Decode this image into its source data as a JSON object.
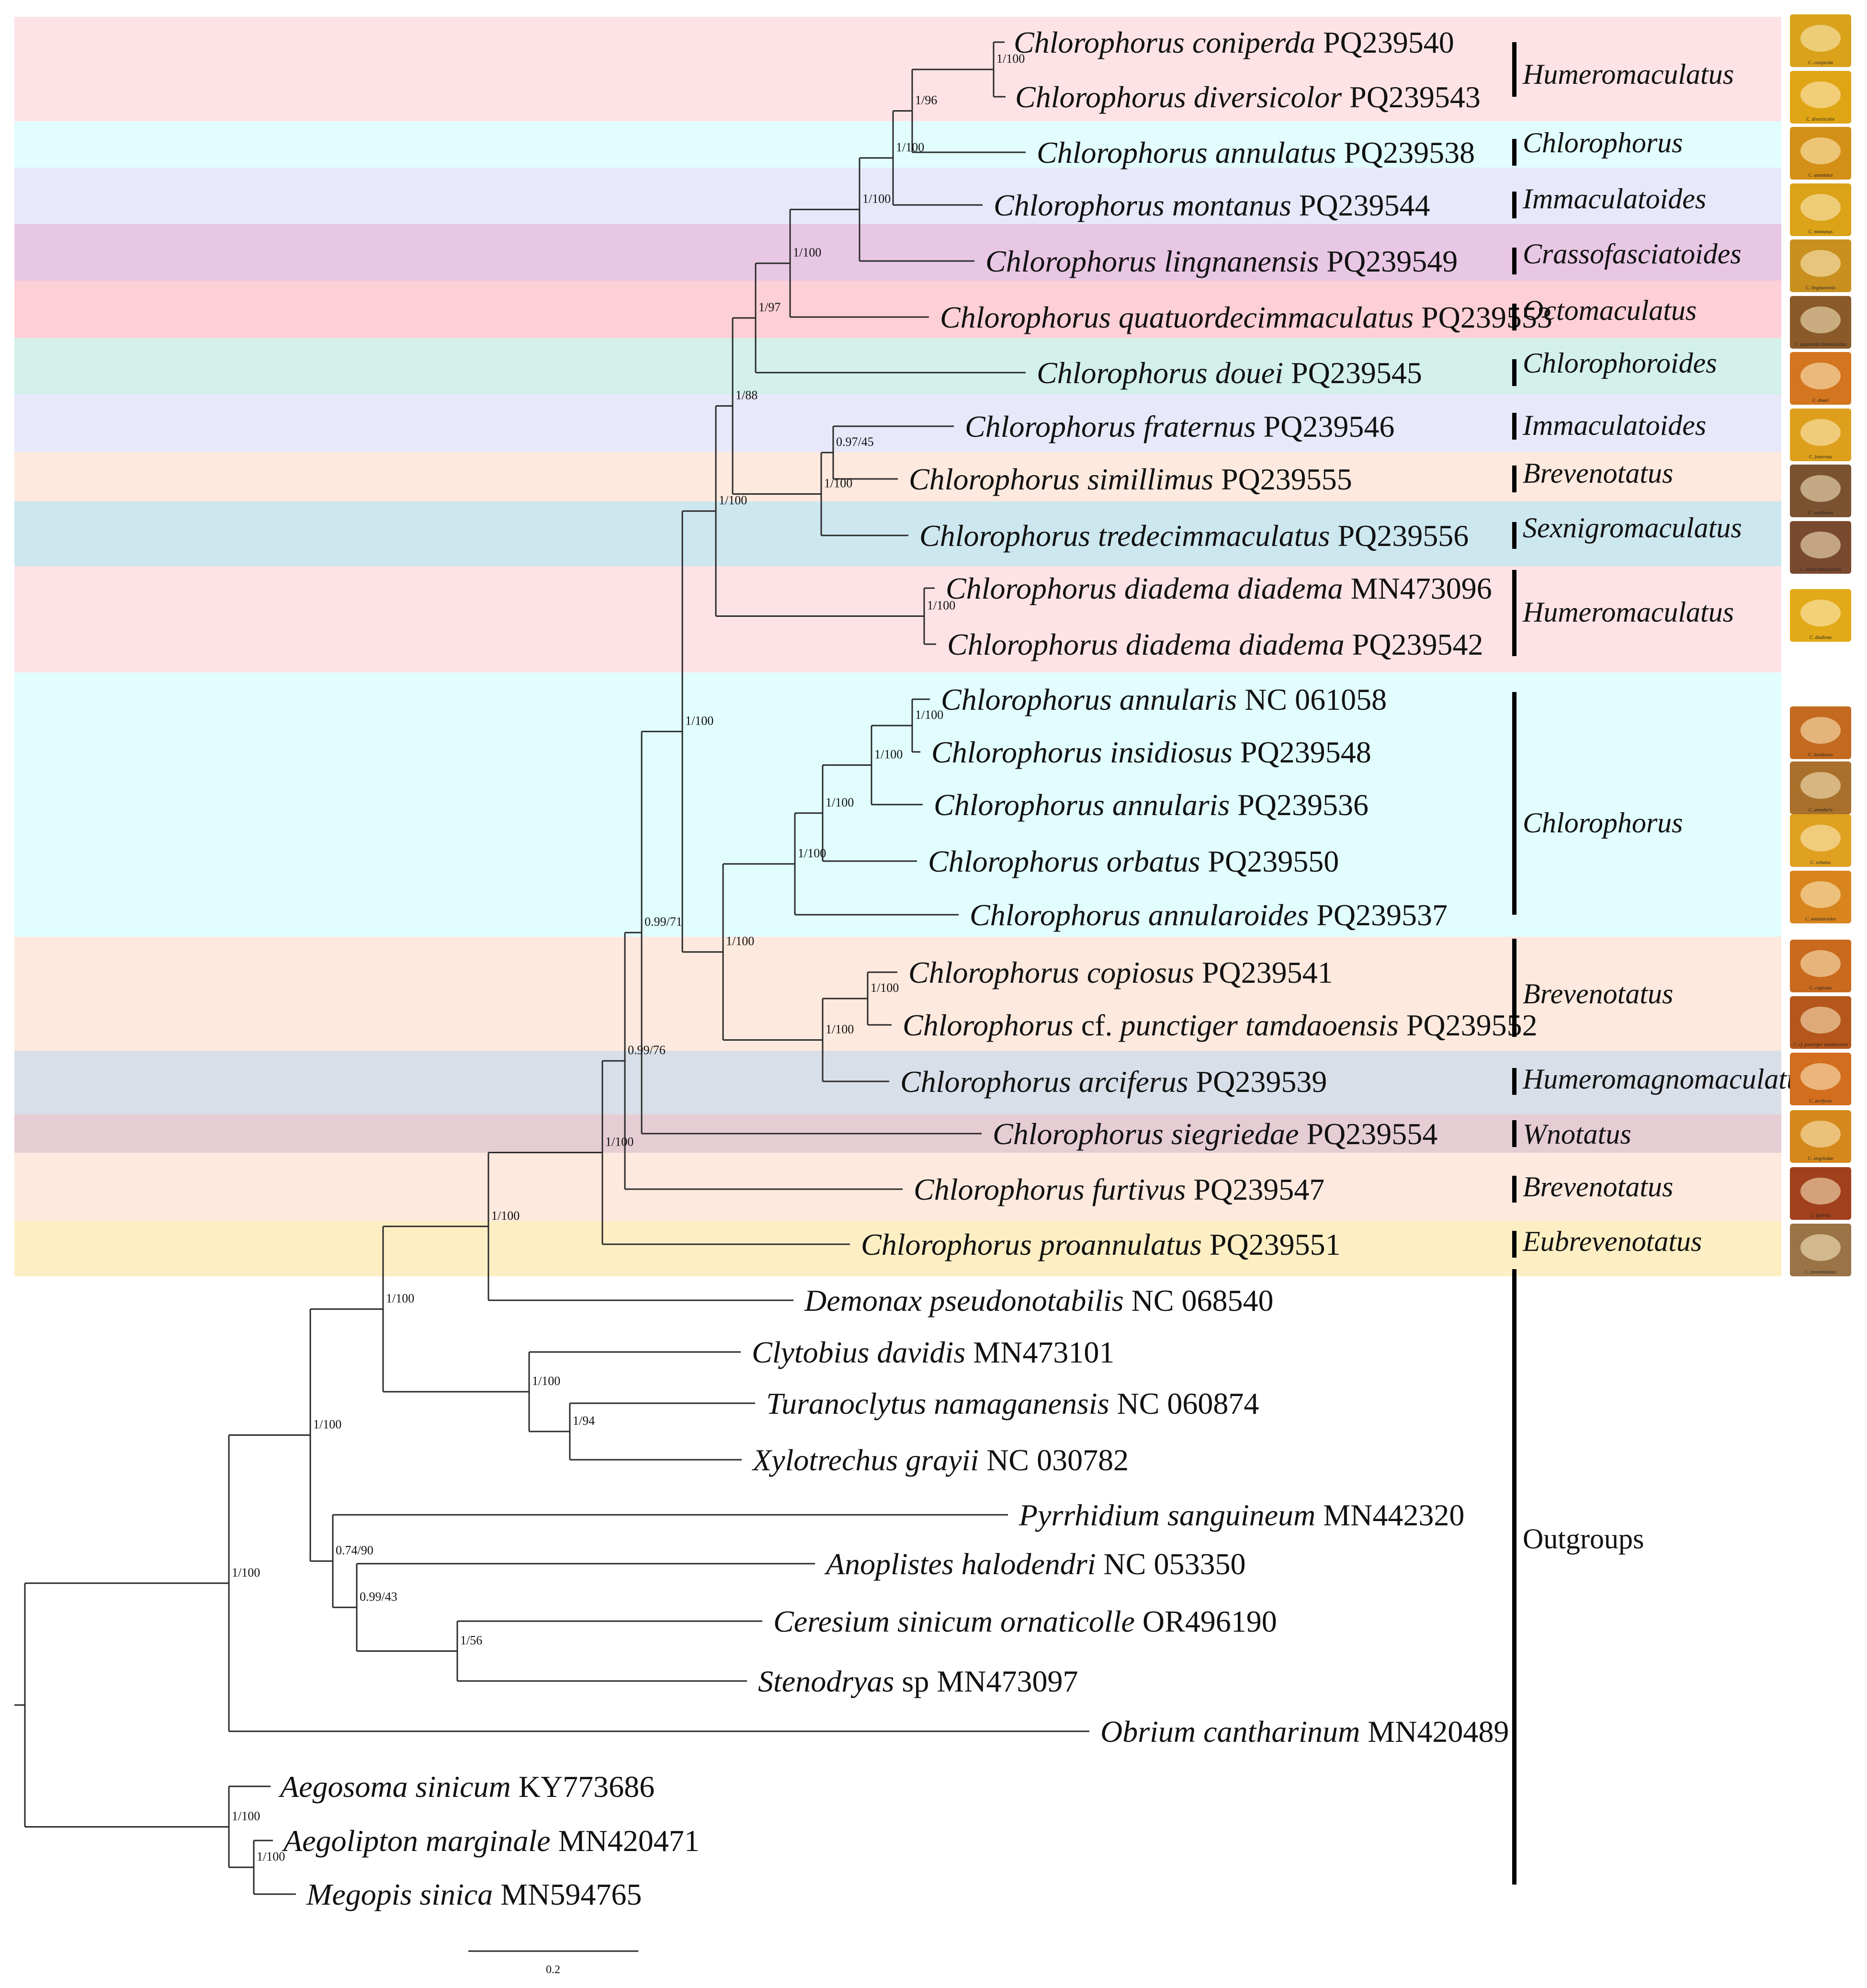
{
  "taxa": [
    {
      "genus": "Chlorophorus coniperda",
      "acc": "PQ239540"
    },
    {
      "genus": "Chlorophorus diversicolor",
      "acc": "PQ239543"
    },
    {
      "genus": "Chlorophorus annulatus",
      "acc": "PQ239538"
    },
    {
      "genus": "Chlorophorus montanus",
      "acc": "PQ239544"
    },
    {
      "genus": "Chlorophorus lingnanensis",
      "acc": "PQ239549"
    },
    {
      "genus": "Chlorophorus quatuordecimmaculatus",
      "acc": "PQ239553"
    },
    {
      "genus": "Chlorophorus douei",
      "acc": "PQ239545"
    },
    {
      "genus": "Chlorophorus fraternus",
      "acc": "PQ239546"
    },
    {
      "genus": "Chlorophorus simillimus",
      "acc": "PQ239555"
    },
    {
      "genus": "Chlorophorus tredecimmaculatus",
      "acc": "PQ239556"
    },
    {
      "genus": "Chlorophorus diadema diadema",
      "acc": "MN473096"
    },
    {
      "genus": "Chlorophorus diadema diadema",
      "acc": "PQ239542"
    },
    {
      "genus": "Chlorophorus annularis",
      "acc": "NC 061058"
    },
    {
      "genus": "Chlorophorus insidiosus",
      "acc": "PQ239548"
    },
    {
      "genus": "Chlorophorus annularis",
      "acc": "PQ239536"
    },
    {
      "genus": "Chlorophorus orbatus",
      "acc": "PQ239550"
    },
    {
      "genus": "Chlorophorus annularoides",
      "acc": "PQ239537"
    },
    {
      "genus": "Chlorophorus copiosus",
      "acc": "PQ239541"
    },
    {
      "genus": "Chlorophorus",
      "mid": "cf.",
      "genus2": "punctiger tamdaoensis",
      "acc": "PQ239552"
    },
    {
      "genus": "Chlorophorus arciferus",
      "acc": "PQ239539"
    },
    {
      "genus": "Chlorophorus siegriedae",
      "acc": " PQ239554"
    },
    {
      "genus": "Chlorophorus furtivus",
      "acc": "PQ239547"
    },
    {
      "genus": "Chlorophorus proannulatus",
      "acc": "PQ239551"
    },
    {
      "genus": "Demonax pseudonotabilis",
      "acc": "NC 068540"
    },
    {
      "genus": "Clytobius davidis",
      "acc": "MN473101"
    },
    {
      "genus": "Turanoclytus namaganensis",
      "acc": "NC 060874"
    },
    {
      "genus": "Xylotrechus grayii",
      "acc": "NC 030782"
    },
    {
      "genus": "Pyrrhidium sanguineum",
      "acc": "MN442320"
    },
    {
      "genus": "Anoplistes halodendri",
      "acc": "NC 053350"
    },
    {
      "genus": "Ceresium sinicum ornaticolle",
      "acc": "OR496190"
    },
    {
      "genus": "Stenodryas",
      "suffix": " sp",
      "acc": "MN473097"
    },
    {
      "genus": "Obrium cantharinum",
      "acc": "MN420489"
    },
    {
      "genus": "Aegosoma sinicum",
      "acc": "KY773686"
    },
    {
      "genus": "Aegolipton marginale",
      "acc": "MN420471"
    },
    {
      "genus": "Megopis sinica",
      "acc": "MN594765"
    }
  ],
  "groups": [
    {
      "label": "Humeromaculatus",
      "italic": true
    },
    {
      "label": "Chlorophorus",
      "italic": true
    },
    {
      "label": "Immaculatoides",
      "italic": true
    },
    {
      "label": "Crassofasciatoides",
      "italic": true
    },
    {
      "label": "Octomaculatus",
      "italic": true
    },
    {
      "label": "Chlorophoroides",
      "italic": true
    },
    {
      "label": "Immaculatoides",
      "italic": true
    },
    {
      "label": "Brevenotatus",
      "italic": true
    },
    {
      "label": "Sexnigromaculatus",
      "italic": true
    },
    {
      "label": "Humeromaculatus",
      "italic": true
    },
    {
      "label": "Chlorophorus",
      "italic": true
    },
    {
      "label": "Brevenotatus",
      "italic": true
    },
    {
      "label": "Humeromagnomaculatus",
      "italic": true
    },
    {
      "label": "Wnotatus",
      "italic": true
    },
    {
      "label": "Brevenotatus",
      "italic": true
    },
    {
      "label": "Eubrevenotatus",
      "italic": true
    },
    {
      "label": "Outgroups",
      "italic": false
    }
  ],
  "band_colors": {
    "pink": "#fde3e6",
    "cyan": "#e1fdfd",
    "lavender": "#e8e8fb",
    "mauve": "#e8c7e4",
    "red": "#fdcfd6",
    "mint": "#d3f1ea",
    "peach": "#fde9de",
    "blue": "#cde7ef",
    "slate": "#d9dfe8",
    "rose": "#e5cdd3",
    "yellow": "#fdefc3"
  },
  "supports": {
    "n1": "1/100",
    "n2": "1/96",
    "n3": "1/100",
    "n4": "1/100",
    "n5": "1/100",
    "n6": "1/97",
    "n7": "1/88",
    "n8": "0.97/45",
    "n9": "1/100",
    "n10": "1/100",
    "n11": "1/100",
    "n12": "1/100",
    "n13": "1/100",
    "n14": "1/100",
    "n15": "1/100",
    "n16": "1/100",
    "n17": "1/100",
    "n18": "1/100",
    "n19": "1/100",
    "n20": "0.99/71",
    "n21": "0.99/76",
    "n22": "1/100",
    "n23": "1/100",
    "n24": "1/100",
    "n25": "1/100",
    "n26": "1/94",
    "n27": "1/100",
    "n28": "0.74/90",
    "n29": "0.99/43",
    "n30": "1/56",
    "n31": "1/100",
    "n32": "1/100",
    "n33": "1/100"
  },
  "photo_captions": [
    "C. coniperda",
    "C. diversicolor",
    "C. annulatus",
    "C. montanus",
    "C. lingnanensis",
    "C. quatuordecimmaculatus",
    "C. douei",
    "C. fraternus",
    "C. simillimus",
    "C. tredecimmaculatus",
    "C. diadema",
    "C. insidiosus",
    "C. annularis",
    "C. orbatus",
    "C. annularoides",
    "C. copiosus",
    "C. cf. punctiger tamdaoensis",
    "C. arciferus",
    "C. siegriedae",
    "C. furtivus",
    "C. proannulatus"
  ],
  "scale_bar": {
    "label": "0.2"
  }
}
